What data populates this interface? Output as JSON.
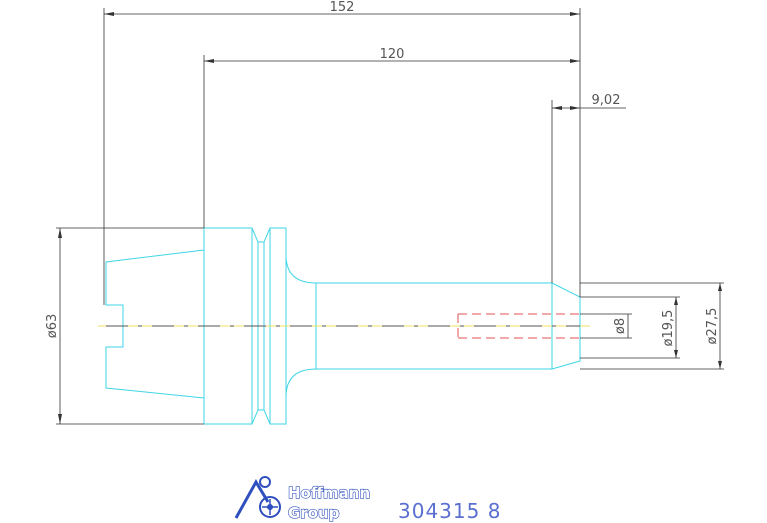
{
  "drawing": {
    "dimensions": {
      "overall_length": "152",
      "flange_to_end": "120",
      "chamfer_length": "9,02",
      "flange_diameter": "ø63",
      "bore_diameter": "ø8",
      "shank_diameter": "ø19,5",
      "tip_diameter": "ø27,5"
    },
    "colors": {
      "part_outline": "#3fd6e6",
      "dimension_lines": "#333333",
      "hidden_lines": "#e05050",
      "centerline": "#f0e060",
      "logo": "#2f4fbf"
    }
  },
  "branding": {
    "logo_line1": "Hoffmann",
    "logo_line2": "Group",
    "logo_icon": "hoffmann-group-logo-icon",
    "article_number": "304315 8"
  }
}
